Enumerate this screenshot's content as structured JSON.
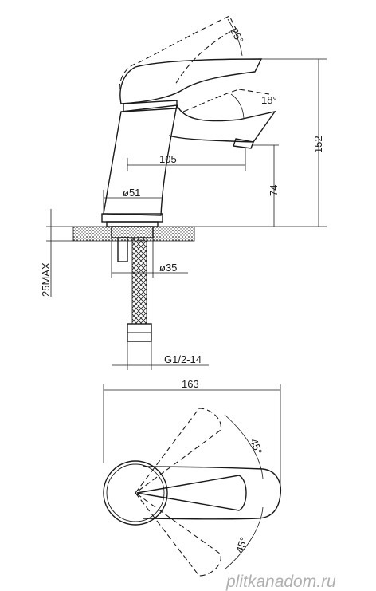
{
  "side_view": {
    "dims": {
      "lever_angle": "25°",
      "spout_angle": "18°",
      "reach": "105",
      "total_height": "152",
      "spout_height": "74",
      "base_diameter": "ø51",
      "shank_diameter": "ø35",
      "max_thickness": "25MAX",
      "thread": "G1/2-14"
    }
  },
  "top_view": {
    "dims": {
      "total_length": "163",
      "angle_upper": "45°",
      "angle_lower": "45°"
    }
  },
  "watermark": "plitkanadom.ru",
  "colors": {
    "line": "#1a1a1a",
    "watermark": "#b0b0b0",
    "background": "#ffffff"
  }
}
